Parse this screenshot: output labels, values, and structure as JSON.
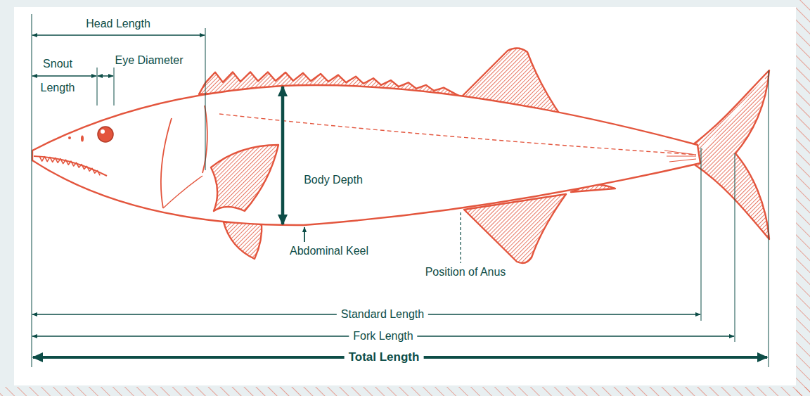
{
  "diagram": {
    "labels": [
      "Head Length",
      "Snout Length",
      "Eye Diameter",
      "Body Depth",
      "Abdominal Keel",
      "Position of Anus",
      "Standard Length",
      "Fork Length",
      "Total Length"
    ]
  }
}
